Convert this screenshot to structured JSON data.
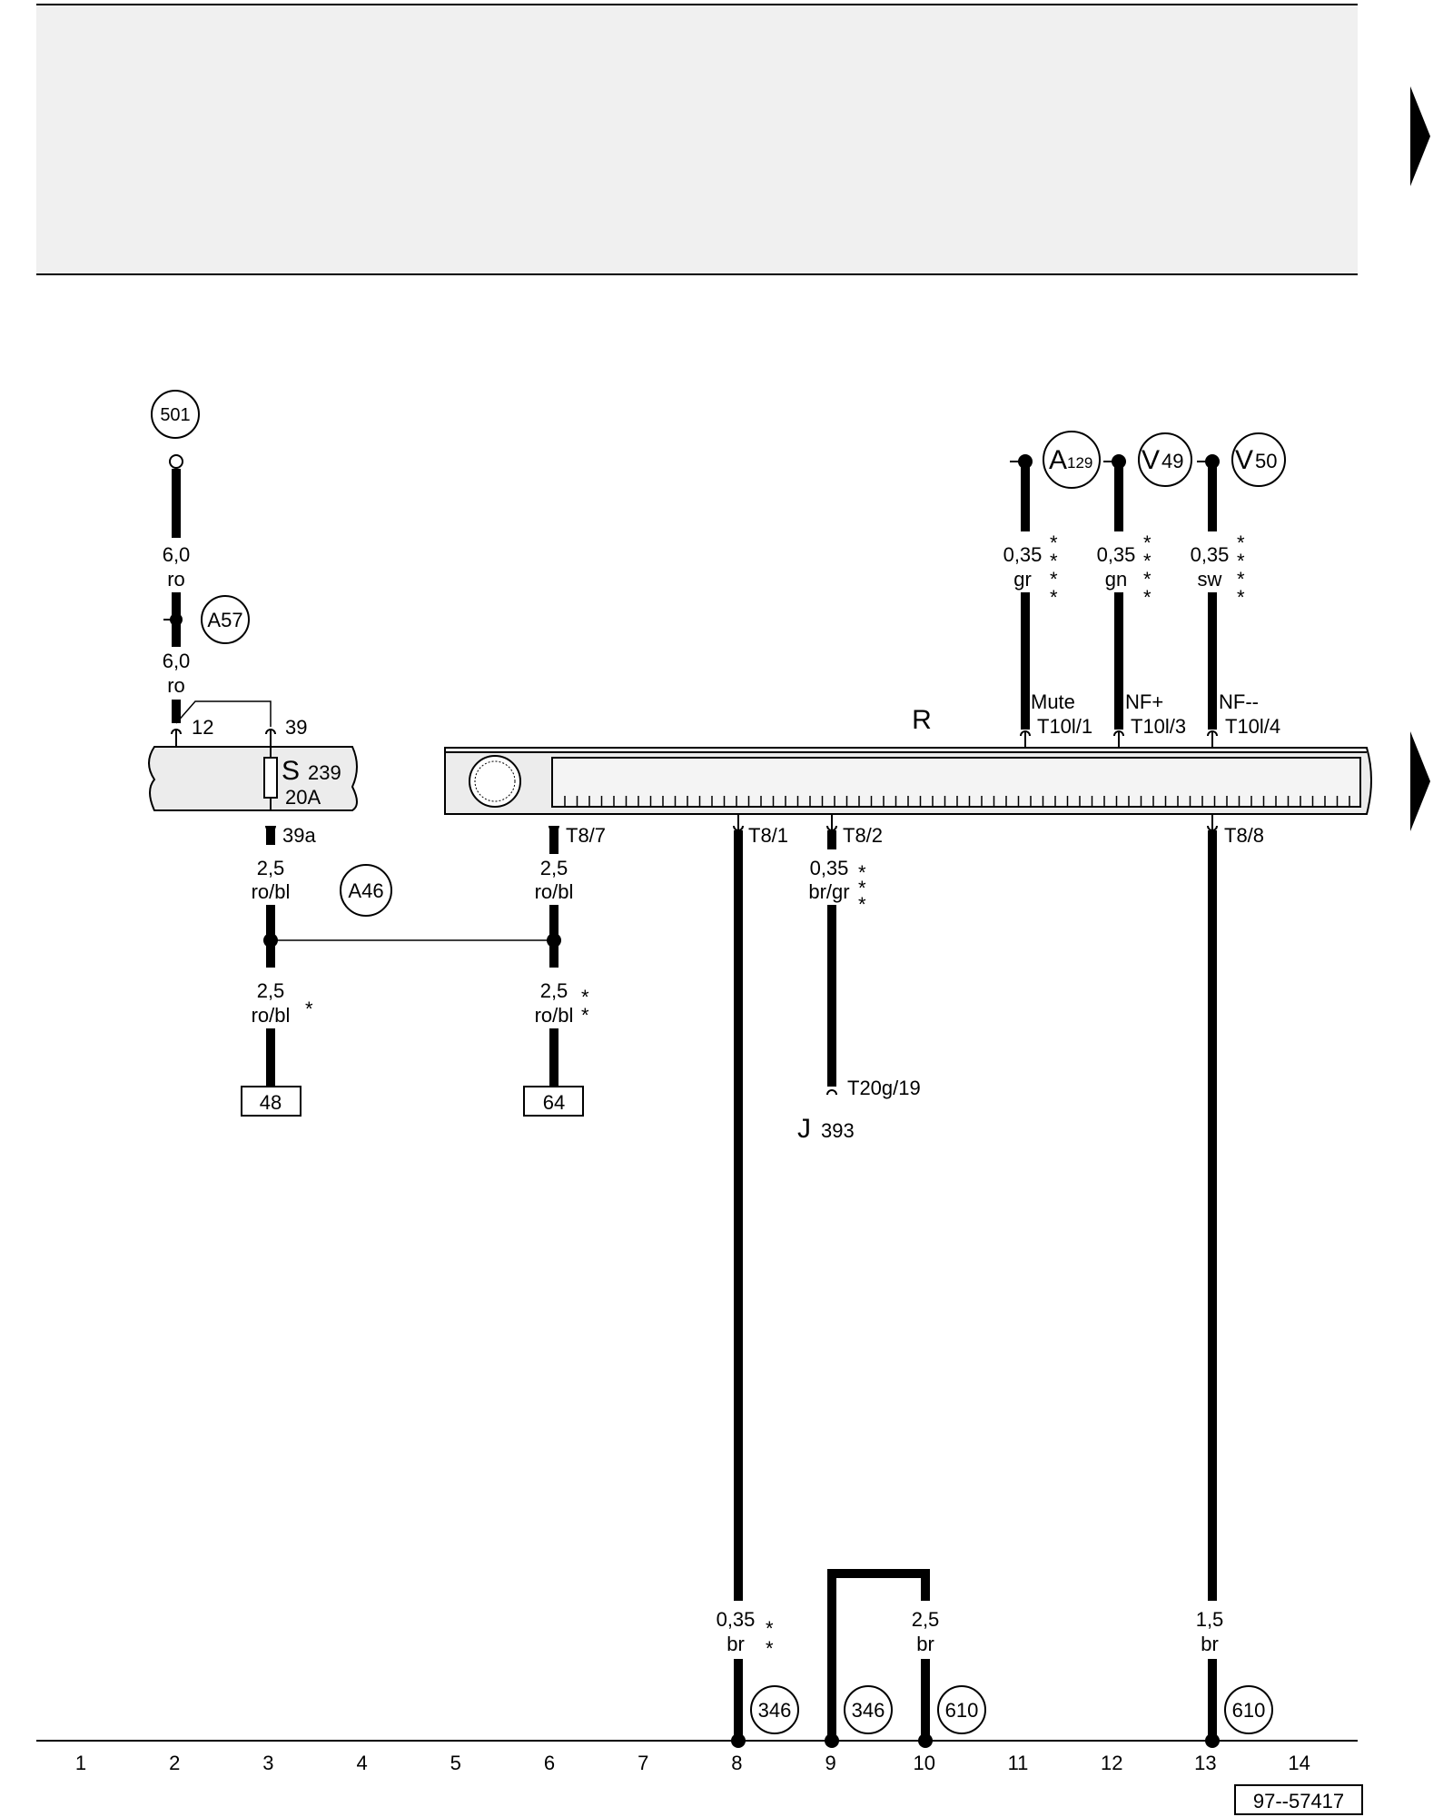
{
  "header": {
    "ref_501": "501",
    "fuse_ref": "A57",
    "wire_501_a": {
      "size": "6,0",
      "color": "ro"
    },
    "wire_501_b": {
      "size": "6,0",
      "color": "ro"
    },
    "fuse_box": {
      "pin_in": "12",
      "pin_out": "39",
      "label_s": "S",
      "label_num": "239",
      "rating": "20A",
      "pin_39a": "39a"
    }
  },
  "connectors": {
    "A46": "A46",
    "A129_main": "A",
    "A129_sub": "129",
    "V49_main": "V",
    "V49_sub": "49",
    "V50_main": "V",
    "V50_sub": "50"
  },
  "radio": {
    "label": "R",
    "pins_top": [
      {
        "name": "Mute",
        "pin": "T10l/1"
      },
      {
        "name": "NF+",
        "pin": "T10l/3"
      },
      {
        "name": "NF--",
        "pin": "T10l/4"
      }
    ],
    "pins_bottom": [
      "T8/7",
      "T8/1",
      "T8/2",
      "T8/8"
    ]
  },
  "wires": {
    "w_3_top": {
      "size": "2,5",
      "color": "ro/bl"
    },
    "w_3_bot": {
      "size": "2,5",
      "color": "ro/bl",
      "mark": "*"
    },
    "w_6_top": {
      "size": "2,5",
      "color": "ro/bl"
    },
    "w_6_bot": {
      "size": "2,5",
      "color": "ro/bl",
      "mark": "*\n*"
    },
    "w_11": {
      "size": "0,35",
      "color": "gr"
    },
    "w_12": {
      "size": "0,35",
      "color": "gn"
    },
    "w_13_top": {
      "size": "0,35",
      "color": "sw"
    },
    "w_9": {
      "size": "0,35",
      "color": "br/gr"
    },
    "w_8": {
      "size": "0,35",
      "color": "br"
    },
    "w_10": {
      "size": "2,5",
      "color": "br"
    },
    "w_13_bot": {
      "size": "1,5",
      "color": "br"
    }
  },
  "refs": {
    "box_48": "48",
    "box_64": "64",
    "j393_pin": "T20g/19",
    "j393_label": "J",
    "j393_num": "393",
    "ground_346_a": "346",
    "ground_346_b": "346",
    "ground_610_a": "610",
    "ground_610_b": "610"
  },
  "footer": {
    "columns": [
      "1",
      "2",
      "3",
      "4",
      "5",
      "6",
      "7",
      "8",
      "9",
      "10",
      "11",
      "12",
      "13",
      "14"
    ],
    "code": "97--57417"
  }
}
